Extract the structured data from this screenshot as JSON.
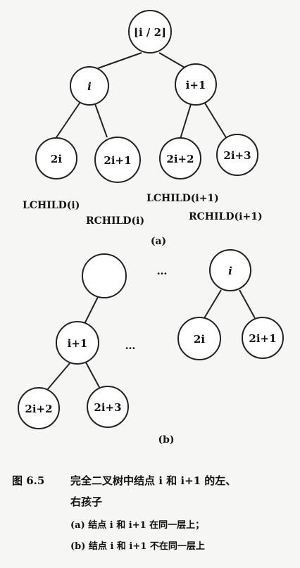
{
  "diagram_a": {
    "root_label": "⌊i / 2⌋",
    "i_label": "i",
    "i1_label": "i+1",
    "c1": "2i",
    "c2": "2i+1",
    "c3": "2i+2",
    "c4": "2i+3",
    "lchild_i": "LCHILD(i)",
    "rchild_i": "RCHILD(i)",
    "lchild_i1": "LCHILD(i+1)",
    "rchild_i1": "RCHILD(i+1)",
    "subtitle": "(a)"
  },
  "diagram_b": {
    "ellipsis1": "…",
    "ellipsis2": "…",
    "i_label": "i",
    "i1_label": "i+1",
    "c1": "2i",
    "c2": "2i+1",
    "c3": "2i+2",
    "c4": "2i+3",
    "subtitle": "(b)"
  },
  "caption": {
    "fig_no": "图 6.5",
    "title_line1": "完全二叉树中结点 i 和 i+1 的左、",
    "title_line2": "右孩子",
    "note_a": "(a) 结点 i 和 i+1 在同一层上；",
    "note_b": "(b) 结点 i 和 i+1 不在同一层上"
  }
}
